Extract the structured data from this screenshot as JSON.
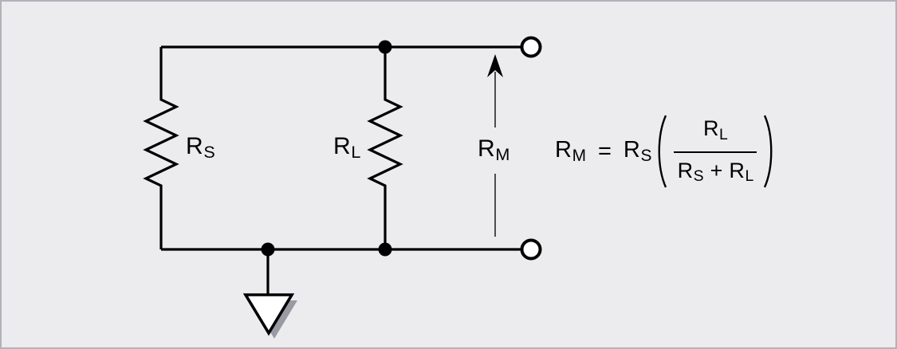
{
  "colors": {
    "background": "#ececee",
    "frame_border": "#b1b2ba",
    "wire": "#000000",
    "terminal_fill": "#ffffff",
    "arrow_shaft": "#4d4d4d",
    "ground_shadow": "#9a9ba2"
  },
  "labels": {
    "source_resistor": {
      "base": "R",
      "sub": "S"
    },
    "load_resistor": {
      "base": "R",
      "sub": "L"
    },
    "meter_resistance": {
      "base": "R",
      "sub": "M"
    }
  },
  "formula": {
    "lhs": {
      "base": "R",
      "sub": "M"
    },
    "equals": "=",
    "coefficient": {
      "base": "R",
      "sub": "S"
    },
    "numerator": {
      "base": "R",
      "sub": "L"
    },
    "denominator": {
      "first": {
        "base": "R",
        "sub": "S"
      },
      "operator": "+",
      "second": {
        "base": "R",
        "sub": "L"
      }
    }
  }
}
